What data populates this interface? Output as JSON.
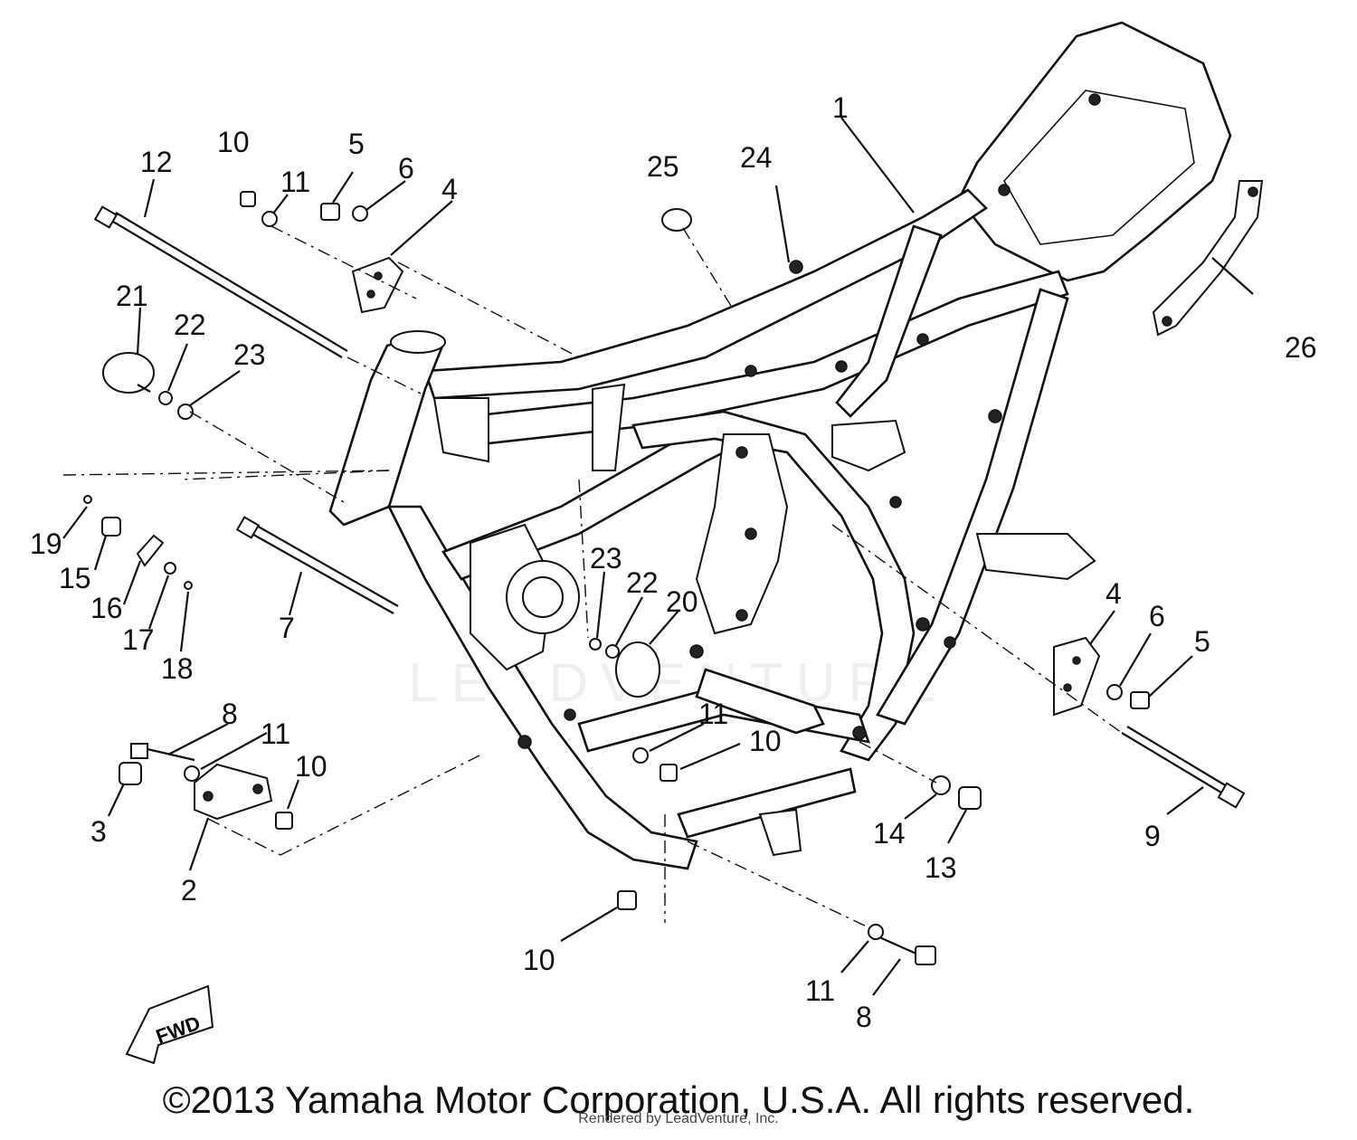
{
  "diagram": {
    "copyright": "©2013 Yamaha Motor Corporation, U.S.A. All rights reserved.",
    "render_credit": "Rendered by LeadVenture, Inc.",
    "watermark": "LEADVENTURE",
    "fwd_badge": "FWD",
    "callouts": {
      "c1": "1",
      "c2": "2",
      "c3": "3",
      "c4a": "4",
      "c4b": "4",
      "c5a": "5",
      "c5b": "5",
      "c6a": "6",
      "c6b": "6",
      "c7": "7",
      "c8a": "8",
      "c8b": "8",
      "c9": "9",
      "c10a": "10",
      "c10b": "10",
      "c10c": "10",
      "c10d": "10",
      "c11a": "11",
      "c11b": "11",
      "c11c": "11",
      "c11d": "11",
      "c12": "12",
      "c13": "13",
      "c14": "14",
      "c15": "15",
      "c16": "16",
      "c17": "17",
      "c18": "18",
      "c19": "19",
      "c20": "20",
      "c21": "21",
      "c22a": "22",
      "c22b": "22",
      "c23a": "23",
      "c23b": "23",
      "c24": "24",
      "c25": "25",
      "c26": "26"
    }
  }
}
